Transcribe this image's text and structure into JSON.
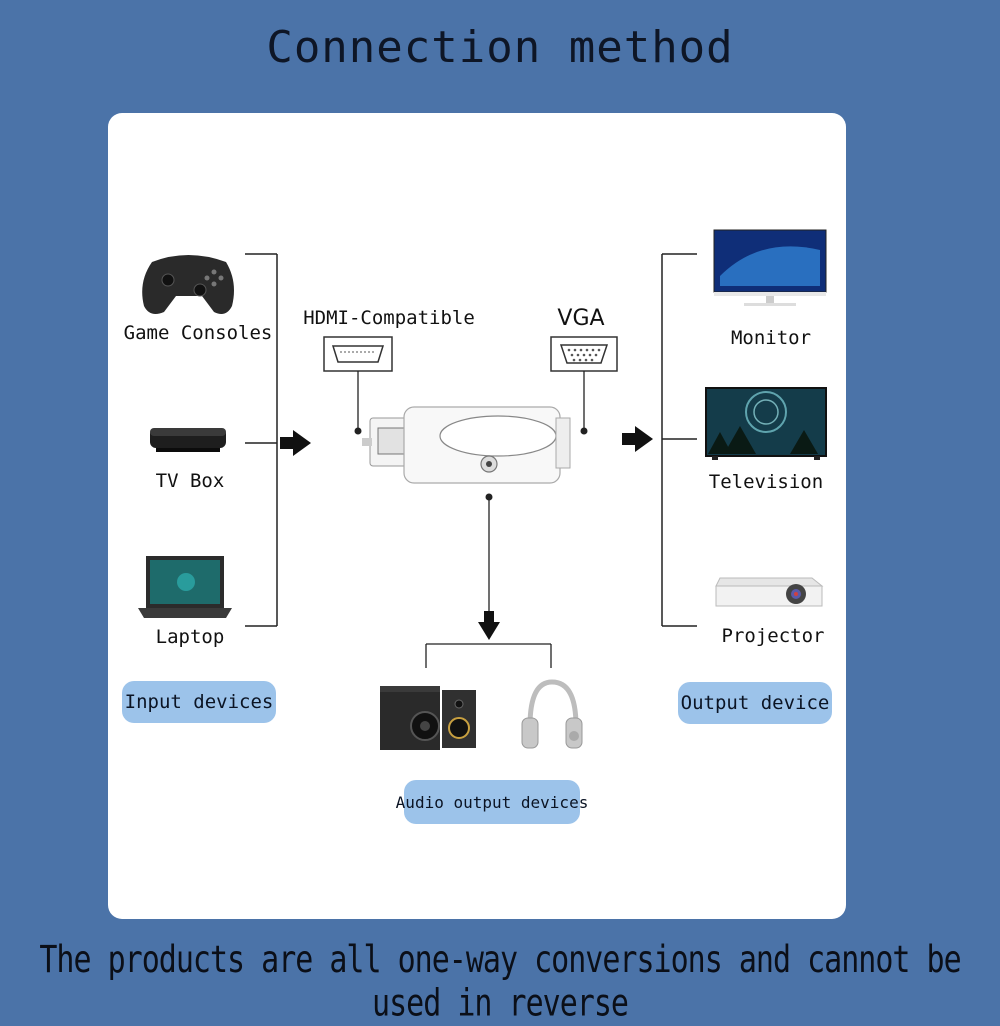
{
  "title": "Connection method",
  "footer": "The products are all one-way conversions and cannot be used in reverse",
  "inputs": {
    "game_consoles": "Game Consoles",
    "tv_box": "TV Box",
    "laptop": "Laptop",
    "group_label": "Input devices"
  },
  "adapter": {
    "hdmi_label": "HDMI-Compatible",
    "vga_label": "VGA"
  },
  "outputs": {
    "monitor": "Monitor",
    "television": "Television",
    "projector": "Projector",
    "group_label": "Output device"
  },
  "audio": {
    "group_label": "Audio output devices"
  },
  "colors": {
    "background": "#4b73a8",
    "card": "#ffffff",
    "pill": "#9cc3ea"
  }
}
